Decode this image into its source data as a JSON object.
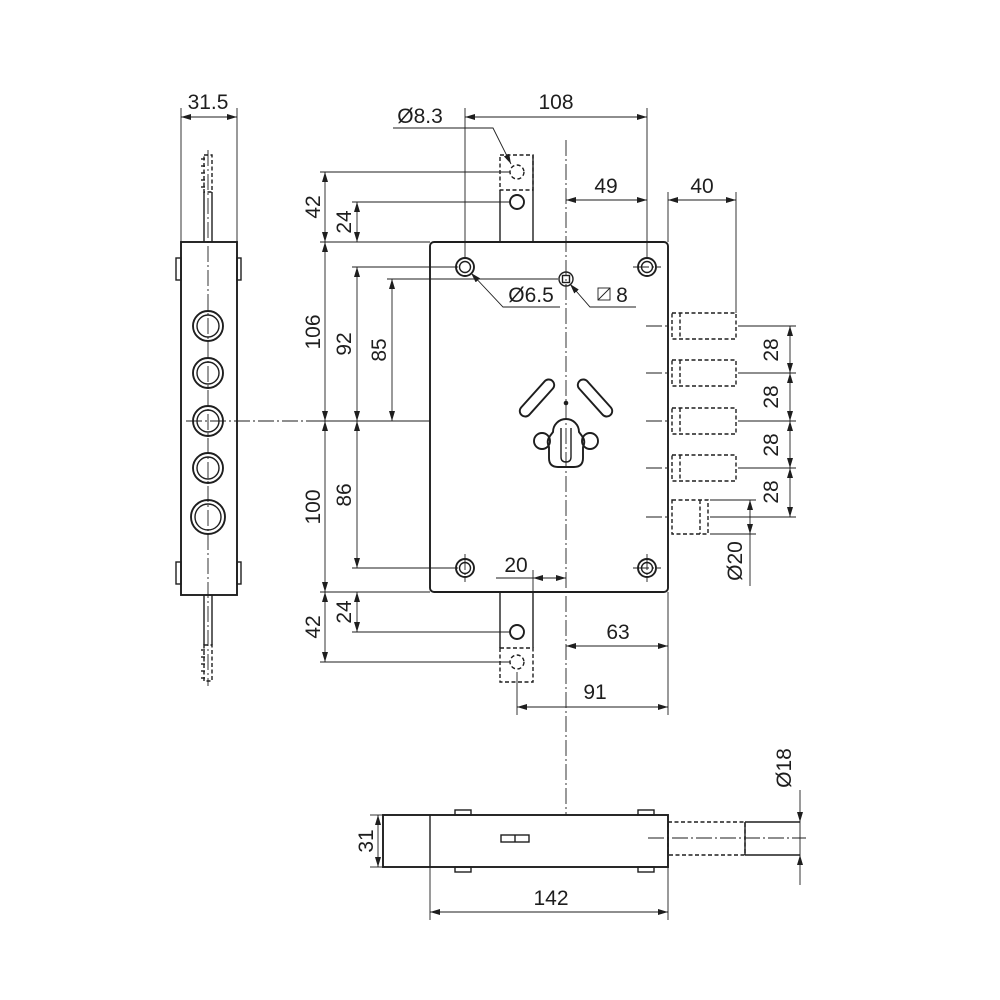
{
  "drawing": {
    "side_view": {
      "width": "31.5"
    },
    "front_view": {
      "hole_spacing": "108",
      "strike_hole": "Ø8.3",
      "hole_to_center": "49",
      "bolt_throw": "40",
      "upper_bar_total": "42",
      "upper_bar_hole": "24",
      "mounting_hole": "Ø6.5",
      "square_hole": "8",
      "upper_height": "106",
      "upper_hole_offset": "92",
      "square_offset": "85",
      "bolt_pitch": [
        "28",
        "28",
        "28",
        "28"
      ],
      "lower_height": "100",
      "lower_hole_offset": "86",
      "big_bolt": "Ø20",
      "bar_offset": "20",
      "lower_bar_hole": "24",
      "lower_bar_total": "42",
      "backset": "63",
      "bar_hole_to_edge": "91"
    },
    "bottom_view": {
      "bolt_diameter": "Ø18",
      "depth": "31",
      "width": "142"
    }
  },
  "colors": {
    "line": "#1e1e1e",
    "background": "#ffffff"
  }
}
